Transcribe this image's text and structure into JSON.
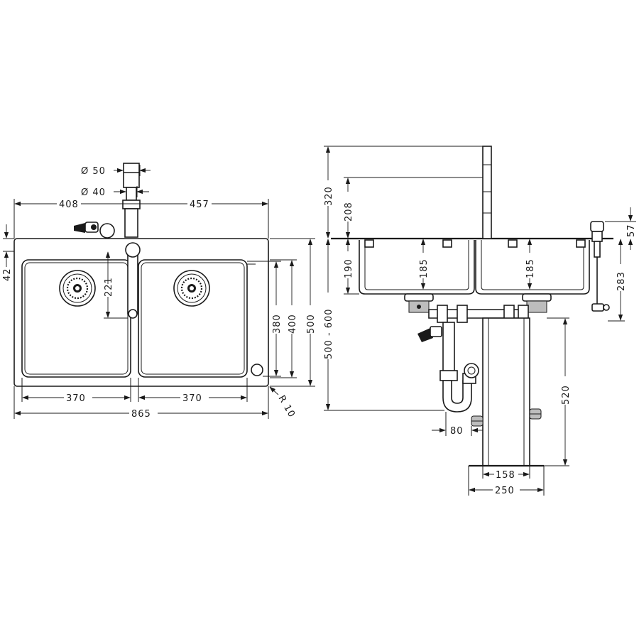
{
  "colors": {
    "line": "#1a1a1a",
    "background": "#ffffff"
  },
  "top_view": {
    "dims": {
      "d50": "Ø 50",
      "d40": "Ø 40",
      "w408": "408",
      "w457": "457",
      "h42": "42",
      "h221": "221",
      "h380": "380",
      "h400": "400",
      "h500": "500",
      "w370a": "370",
      "w370b": "370",
      "w865": "865",
      "r10": "R 10"
    }
  },
  "side_view": {
    "dims": {
      "h320": "320",
      "h208": "208",
      "h190": "190",
      "h185a": "185",
      "h185b": "185",
      "h57": "57",
      "h283": "283",
      "h500_600": "500 - 600",
      "h520": "520",
      "w80": "80",
      "w158": "158",
      "w250": "250"
    }
  }
}
